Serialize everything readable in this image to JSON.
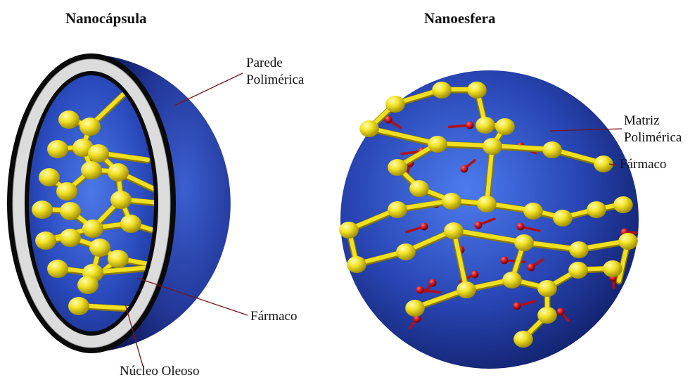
{
  "titles": {
    "capsule": "Nanocápsula",
    "sphere": "Nanoesfera"
  },
  "capsule_labels": {
    "wall_line1": "Parede",
    "wall_line2": "Polimérica",
    "drug": "Fármaco",
    "core": "Núcleo Oleoso"
  },
  "sphere_labels": {
    "matrix_line1": "Matriz",
    "matrix_line2": "Polimérica",
    "drug": "Fármaco"
  },
  "colors": {
    "sphere_blue": "#1d2f86",
    "polymer_yellow": "#f0e020",
    "drug_red": "#c8141e",
    "leader_line": "#7a1418",
    "wall_grey": "#d8d8d8"
  }
}
